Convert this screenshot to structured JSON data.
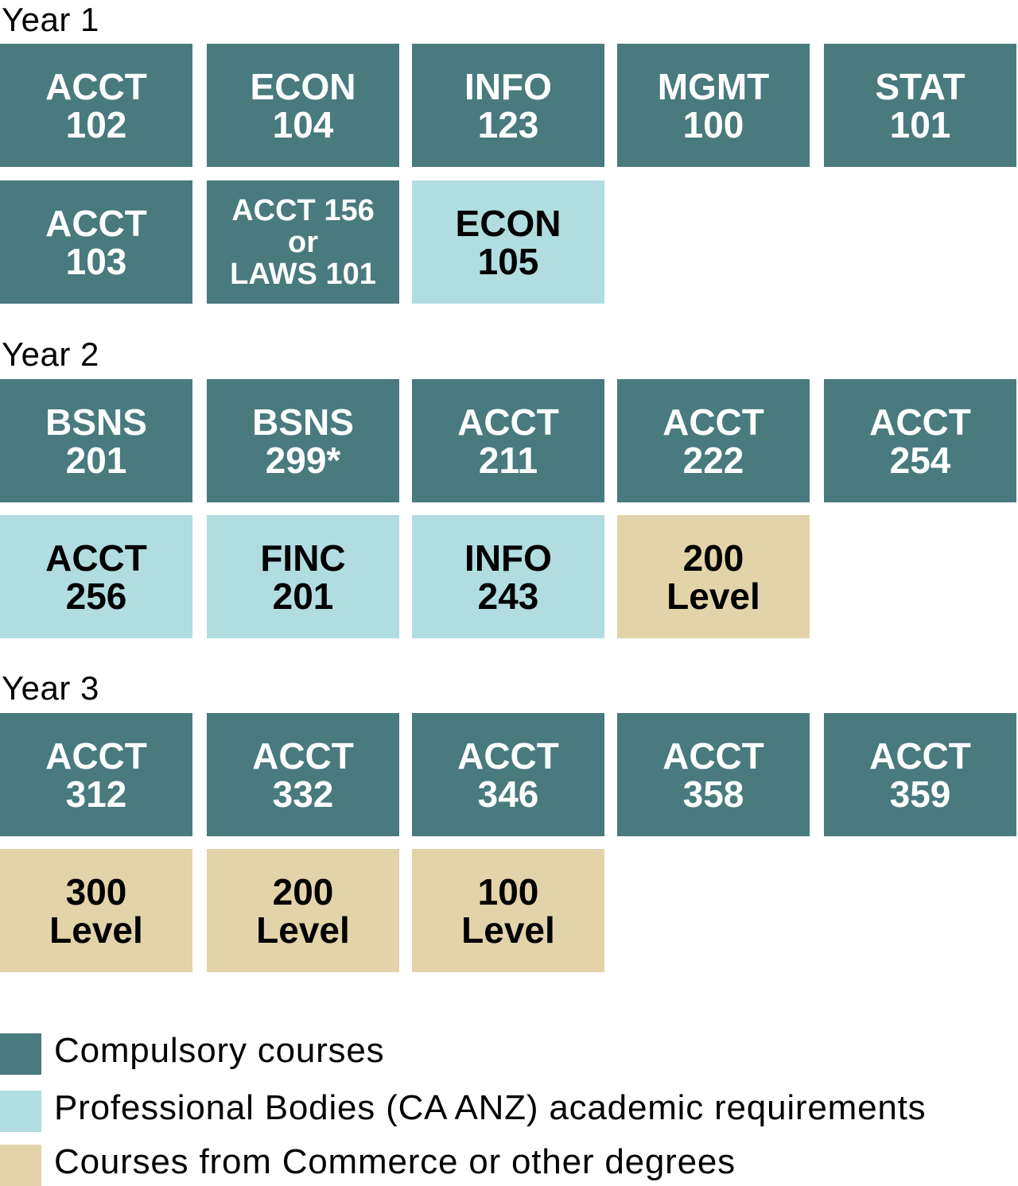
{
  "colors": {
    "compulsory": "#487a7e",
    "professional": "#b1dde0",
    "other": "#e3d3a8"
  },
  "years": [
    {
      "label": "Year 1",
      "rows": [
        [
          {
            "text": "ACCT\n102",
            "category": "compulsory"
          },
          {
            "text": "ECON\n104",
            "category": "compulsory"
          },
          {
            "text": "INFO\n123",
            "category": "compulsory"
          },
          {
            "text": "MGMT\n100",
            "category": "compulsory"
          },
          {
            "text": "STAT\n101",
            "category": "compulsory"
          }
        ],
        [
          {
            "text": "ACCT\n103",
            "category": "compulsory"
          },
          {
            "text": "ACCT 156\nor\nLAWS 101",
            "category": "compulsory"
          },
          {
            "text": "ECON\n105",
            "category": "professional"
          }
        ]
      ]
    },
    {
      "label": "Year 2",
      "rows": [
        [
          {
            "text": "BSNS\n201",
            "category": "compulsory"
          },
          {
            "text": "BSNS\n299*",
            "category": "compulsory"
          },
          {
            "text": "ACCT\n211",
            "category": "compulsory"
          },
          {
            "text": "ACCT\n222",
            "category": "compulsory"
          },
          {
            "text": "ACCT\n254",
            "category": "compulsory"
          }
        ],
        [
          {
            "text": "ACCT\n256",
            "category": "professional"
          },
          {
            "text": "FINC\n201",
            "category": "professional"
          },
          {
            "text": "INFO\n243",
            "category": "professional"
          },
          {
            "text": "200\nLevel",
            "category": "other"
          }
        ]
      ]
    },
    {
      "label": "Year 3",
      "rows": [
        [
          {
            "text": "ACCT\n312",
            "category": "compulsory"
          },
          {
            "text": "ACCT\n332",
            "category": "compulsory"
          },
          {
            "text": "ACCT\n346",
            "category": "compulsory"
          },
          {
            "text": "ACCT\n358",
            "category": "compulsory"
          },
          {
            "text": "ACCT\n359",
            "category": "compulsory"
          }
        ],
        [
          {
            "text": "300\nLevel",
            "category": "other"
          },
          {
            "text": "200\nLevel",
            "category": "other"
          },
          {
            "text": "100\nLevel",
            "category": "other"
          }
        ]
      ]
    }
  ],
  "legend": [
    {
      "category": "compulsory",
      "label": "Compulsory courses"
    },
    {
      "category": "professional",
      "label": "Professional Bodies (CA ANZ) academic requirements"
    },
    {
      "category": "other",
      "label": "Courses from Commerce or other degrees"
    }
  ]
}
